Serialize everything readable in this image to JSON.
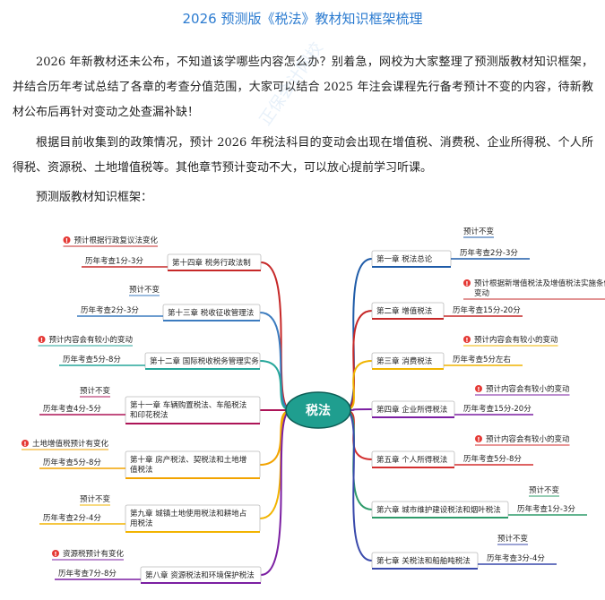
{
  "title": "2026 预测版《税法》教材知识框架梳理",
  "paragraphs": [
    "2026 年新教材还未公布，不知道该学哪些内容怎么办？别着急，网校为大家整理了预测版教材知识框架，并结合历年考试总结了各章的考查分值范围，大家可以结合 2025 年注会课程先行备考预计不变的内容，待新教材公布后再针对变动之处查漏补缺！",
    "根据目前收集到的政策情况，预计 2026 年税法科目的变动会出现在增值税、消费税、企业所得税、个人所得税、资源税、土地增值税等。其他章节预计变动不大，可以放心提前学习听课。",
    "预测版教材知识框架："
  ],
  "watermark": "正保会计网校",
  "mindmap": {
    "center": "税法",
    "colors": {
      "center": "#1f9e8f",
      "warn": "#e53935"
    },
    "right": [
      {
        "chapter": "第一章  税法总论",
        "note": "预计不变",
        "score": "历年考查2分-3分",
        "color": "#1e5ba8",
        "warn": false
      },
      {
        "chapter": "第二章  增值税法",
        "note": "预计根据新增值税法及增值税法实施条例变动",
        "score": "历年考查15分-20分",
        "color": "#c62828",
        "warn": true
      },
      {
        "chapter": "第三章  消费税法",
        "note": "预计内容会有较小的变动",
        "score": "历年考查5分左右",
        "color": "#f0b400",
        "warn": true
      },
      {
        "chapter": "第四章  企业所得税法",
        "note": "预计内容会有较小的变动",
        "score": "历年考查15分-20分",
        "color": "#7b1fa2",
        "warn": true
      },
      {
        "chapter": "第五章  个人所得税法",
        "note": "预计内容会有较小的变动",
        "score": "历年考查5分-8分",
        "color": "#d32f2f",
        "warn": true
      },
      {
        "chapter": "第六章  城市维护建设税法和烟叶税法",
        "note": "预计不变",
        "score": "历年考查1分-3分",
        "color": "#2e9b6a",
        "warn": false
      },
      {
        "chapter": "第七章  关税法和船舶吨税法",
        "note": "预计不变",
        "score": "历年考查3分-4分",
        "color": "#3949ab",
        "warn": false
      }
    ],
    "left": [
      {
        "chapter": "第十四章  税务行政法制",
        "note": "预计根据行政复议法变化",
        "score": "历年考查1分-3分",
        "color": "#c62828",
        "warn": true
      },
      {
        "chapter": "第十三章  税收征收管理法",
        "note": "预计不变",
        "score": "历年考查2分-3分",
        "color": "#3b7bbf",
        "warn": false
      },
      {
        "chapter": "第十二章  国际税收税务管理实务",
        "note": "预计内容会有较小的变动",
        "score": "历年考查5分-8分",
        "color": "#26a69a",
        "warn": true
      },
      {
        "chapter": "第十一章  车辆购置税法、车船税法和印花税法",
        "note": "预计不变",
        "score": "历年考查4分-5分",
        "color": "#ad1457",
        "warn": false
      },
      {
        "chapter": "第十章  房产税法、契税法和土地增值税法",
        "note": "土地增值税预计有变化",
        "score": "历年考查5分-8分",
        "color": "#f2a300",
        "warn": true
      },
      {
        "chapter": "第九章  城镇土地使用税法和耕地占用税法",
        "note": "预计不变",
        "score": "历年考查2分-4分",
        "color": "#f2b400",
        "warn": false
      },
      {
        "chapter": "第八章  资源税法和环境保护税法",
        "note": "资源税预计有变化",
        "score": "历年考查7分-8分",
        "color": "#7b1fa2",
        "warn": true
      }
    ]
  }
}
